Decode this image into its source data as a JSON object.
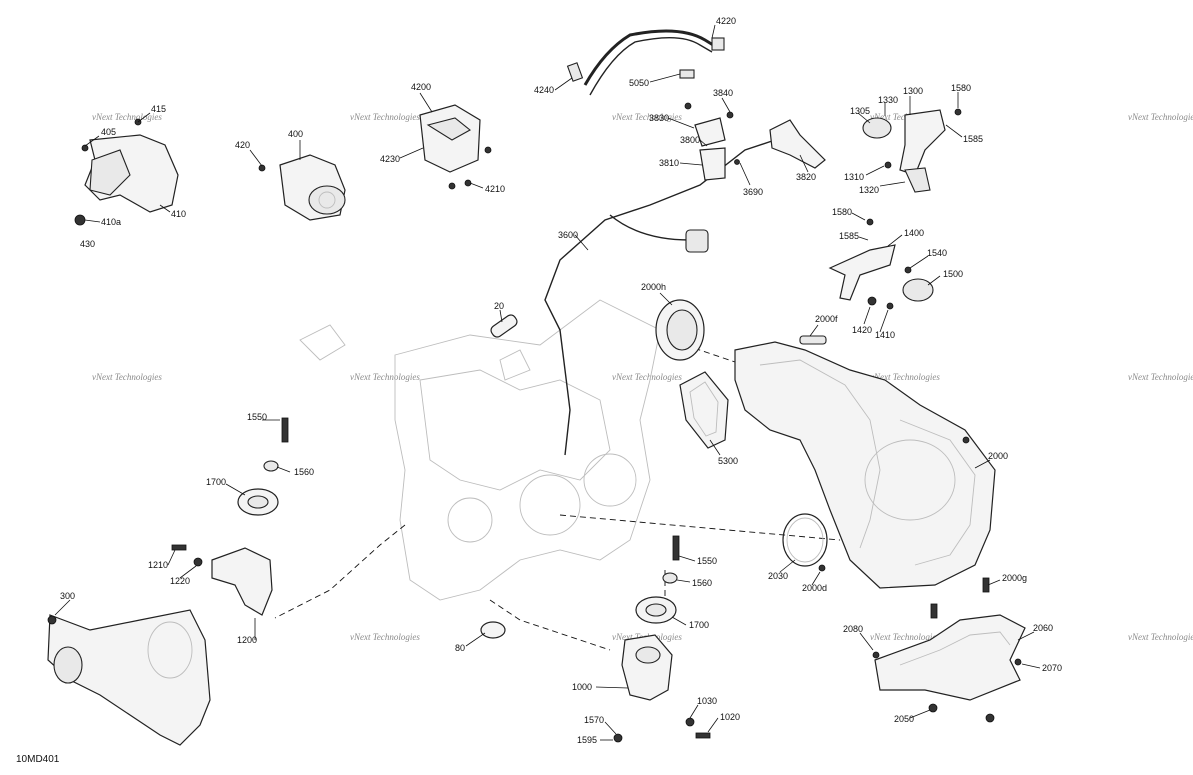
{
  "diagram_id": "10MD401",
  "watermark": "vNext Technologies",
  "callouts": {
    "c415": "415",
    "c405": "405",
    "c410": "410",
    "c410a": "410a",
    "c430": "430",
    "c420": "420",
    "c400": "400",
    "c4200": "4200",
    "c4230": "4230",
    "c4210": "4210",
    "c4220": "4220",
    "c4240": "4240",
    "c5050": "5050",
    "c3840": "3840",
    "c3830": "3830",
    "c3800": "3800",
    "c3810": "3810",
    "c3820": "3820",
    "c3690": "3690",
    "c3600": "3600",
    "c1305": "1305",
    "c1330": "1330",
    "c1300": "1300",
    "c1580a": "1580",
    "c1585a": "1585",
    "c1310": "1310",
    "c1320": "1320",
    "c1580b": "1580",
    "c1585b": "1585",
    "c1400": "1400",
    "c1540": "1540",
    "c1500": "1500",
    "c1420": "1420",
    "c1410": "1410",
    "c20": "20",
    "c2000h": "2000h",
    "c2000f": "2000f",
    "c5300": "5300",
    "c2000": "2000",
    "c1550a": "1550",
    "c1560a": "1560",
    "c1700a": "1700",
    "c1210": "1210",
    "c1220": "1220",
    "c1200": "1200",
    "c300": "300",
    "c80": "80",
    "c1550b": "1550",
    "c1560b": "1560",
    "c1700b": "1700",
    "c1000": "1000",
    "c1030": "1030",
    "c1020": "1020",
    "c1570": "1570",
    "c1595": "1595",
    "c2030": "2030",
    "c2000d": "2000d",
    "c2000g": "2000g",
    "c2080": "2080",
    "c2060": "2060",
    "c2070": "2070",
    "c2050": "2050"
  }
}
